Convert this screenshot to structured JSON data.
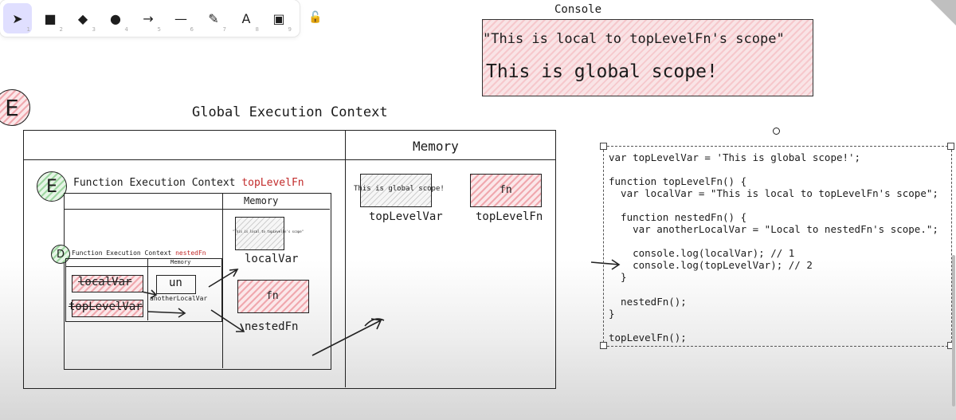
{
  "toolbar": {
    "tools": [
      {
        "name": "selection",
        "glyph": "➤",
        "num": "1",
        "active": true
      },
      {
        "name": "rectangle",
        "glyph": "■",
        "num": "2"
      },
      {
        "name": "diamond",
        "glyph": "◆",
        "num": "3"
      },
      {
        "name": "ellipse",
        "glyph": "●",
        "num": "4"
      },
      {
        "name": "arrow",
        "glyph": "→",
        "num": "5"
      },
      {
        "name": "line",
        "glyph": "—",
        "num": "6"
      },
      {
        "name": "draw",
        "glyph": "✎",
        "num": "7"
      },
      {
        "name": "text",
        "glyph": "A",
        "num": "8"
      },
      {
        "name": "image",
        "glyph": "▣",
        "num": "9"
      }
    ],
    "lock_glyph": "🔓"
  },
  "console": {
    "title": "Console",
    "line1": "\"This is local to topLevelFn's scope\"",
    "line2": "This is global scope!"
  },
  "gec": {
    "title": "Global Execution Context",
    "badge": "E",
    "memory_label": "Memory",
    "topLevelVar_value": "This is global scope!",
    "topLevelVar_name": "topLevelVar",
    "topLevelFn_value": "fn",
    "topLevelFn_name": "topLevelFn"
  },
  "fec": {
    "badge": "E",
    "title": "Function Execution Context",
    "fn_name": "topLevelFn",
    "memory_label": "Memory",
    "localVar_value": "\"This is local to topLevelFn's scope\"",
    "localVar_name": "localVar",
    "nestedFn_value": "fn",
    "nestedFn_name": "nestedFn"
  },
  "nested": {
    "badge": "D",
    "title": "Function Execution Context",
    "fn_name": "nestedFn",
    "memory_label": "Memory",
    "localVar_label": "localVar",
    "topLevelVar_label": "topLevelVar",
    "un_value": "un",
    "anotherLocalVar_label": "anotherLocalVar"
  },
  "code": "var topLevelVar = 'This is global scope!';\n\nfunction topLevelFn() {\n  var localVar = \"This is local to topLevelFn's scope\";\n\n  function nestedFn() {\n    var anotherLocalVar = \"Local to nestedFn's scope.\";\n\n    console.log(localVar); // 1\n    console.log(topLevelVar); // 2\n  }\n\n  nestedFn();\n}\n\ntopLevelFn();",
  "colors": {
    "accent": "#c22b2b",
    "selection": "#e0dfff",
    "hatch_red": "#f0a8ae",
    "hatch_green": "#9fd7a2"
  }
}
